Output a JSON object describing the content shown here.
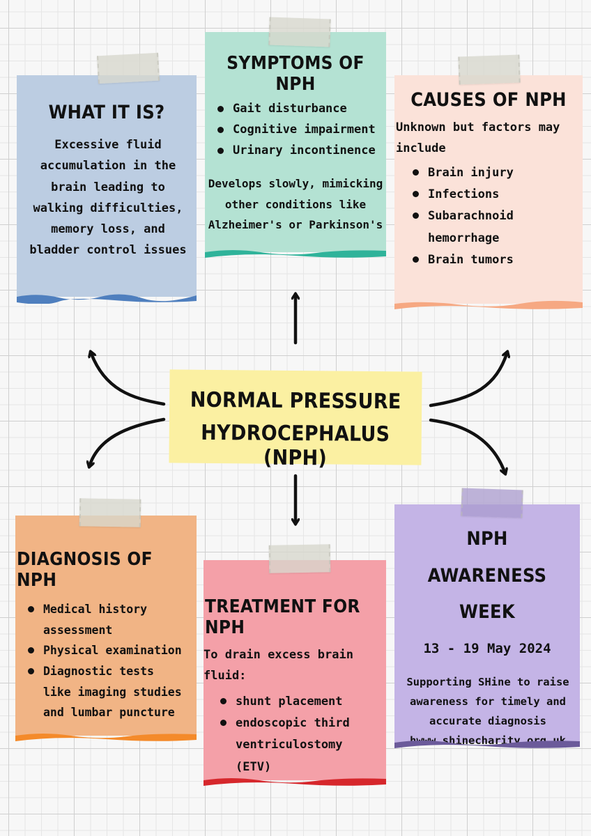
{
  "title": {
    "line1": "NORMAL PRESSURE",
    "line2": "HYDROCEPHALUS (NPH)"
  },
  "what_it_is": {
    "heading": "WHAT IT IS?",
    "text": "Excessive fluid accumulation in the brain leading to walking difficulties, memory loss, and bladder control issues"
  },
  "symptoms": {
    "heading": "SYMPTOMS OF NPH",
    "items": [
      "Gait disturbance",
      "Cognitive impairment",
      "Urinary incontinence"
    ],
    "note": "Develops slowly, mimicking other conditions like Alzheimer's or Parkinson's"
  },
  "causes": {
    "heading": "CAUSES OF NPH",
    "intro": "Unknown but factors may include",
    "items": [
      "Brain injury",
      "Infections",
      "Subarachnoid hemorrhage",
      "Brain tumors"
    ]
  },
  "diagnosis": {
    "heading": "DIAGNOSIS OF NPH",
    "items": [
      "Medical history assessment",
      "Physical examination",
      "Diagnostic tests like imaging studies and lumbar puncture"
    ]
  },
  "treatment": {
    "heading": "TREATMENT FOR NPH",
    "intro": "To drain excess brain fluid:",
    "items": [
      "shunt placement",
      "endoscopic third ventriculostomy (ETV)"
    ]
  },
  "awareness": {
    "heading": "NPH AWARENESS WEEK",
    "dates": "13 - 19 May 2024",
    "text": "Supporting SHine to raise awareness for timely and accurate diagnosis hwww.shinecharity.org.uk"
  },
  "colors": {
    "what_it_is": "#bccde2",
    "symptoms": "#b4e2d3",
    "causes": "#fbe2d9",
    "diagnosis": "#f1b485",
    "treatment": "#f4a0a8",
    "awareness": "#c4b4e6",
    "title": "#fbf0a2"
  }
}
